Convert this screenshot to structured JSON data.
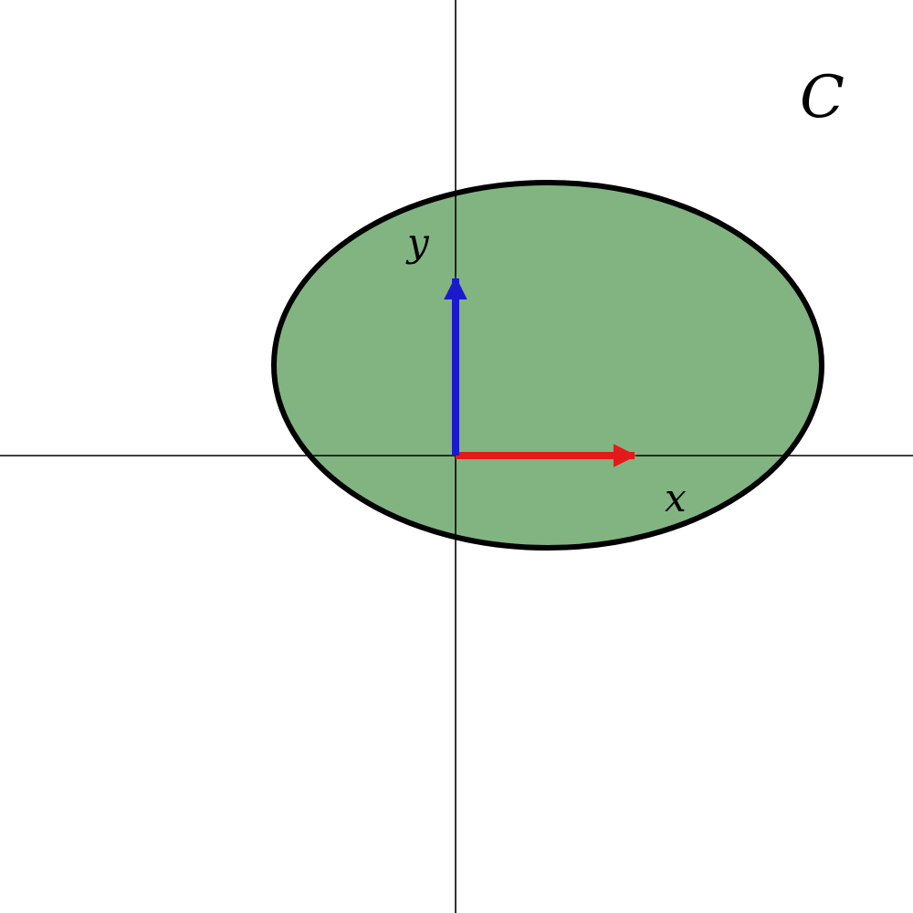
{
  "labels": {
    "curve": "C",
    "x_axis": "x",
    "y_axis": "y"
  },
  "colors": {
    "region_fill": "#82b482",
    "curve_stroke": "#000000",
    "axis_line": "#000000",
    "x_vector": "#e41a1a",
    "y_vector": "#1a1acc"
  }
}
